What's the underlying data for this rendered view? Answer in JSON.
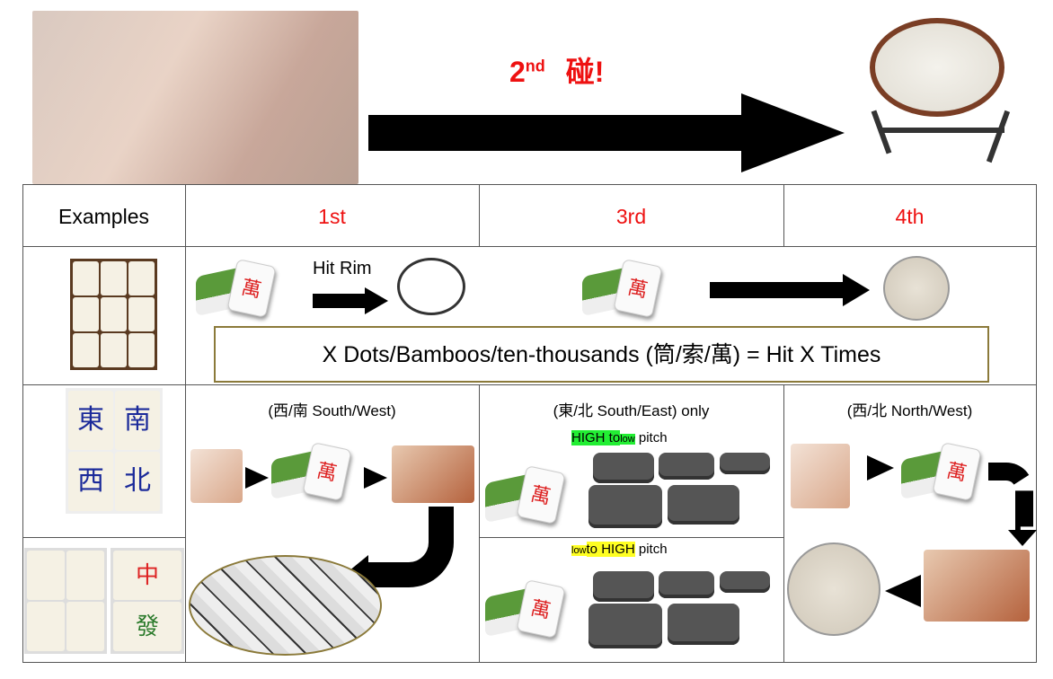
{
  "header": {
    "title_ordinal": "2",
    "title_suffix": "nd",
    "title_char": "碰!"
  },
  "table": {
    "headers": [
      "Examples",
      "1st",
      "3rd",
      "4th"
    ],
    "row1": {
      "hit_rim": "Hit Rim",
      "banner": "X Dots/Bamboos/ten-thousands (筒/索/萬) = Hit X Times"
    },
    "row2": {
      "col1": "(西/南 South/West)",
      "col2": "(東/北 South/East) only",
      "col2_high": "HIGH to",
      "col2_low": "low",
      "col2_pitch": "pitch",
      "col2b_low": "low",
      "col2b_high": "to HIGH",
      "col2b_pitch": "pitch",
      "col3": "(西/北 North/West)"
    },
    "winds": [
      "東",
      "南",
      "西",
      "北"
    ],
    "dragons": [
      "中",
      "發"
    ],
    "tile_char": "萬"
  },
  "colors": {
    "accent": "#ee1111",
    "highlight_green": "#22ee33",
    "highlight_yellow": "#ffff22"
  }
}
